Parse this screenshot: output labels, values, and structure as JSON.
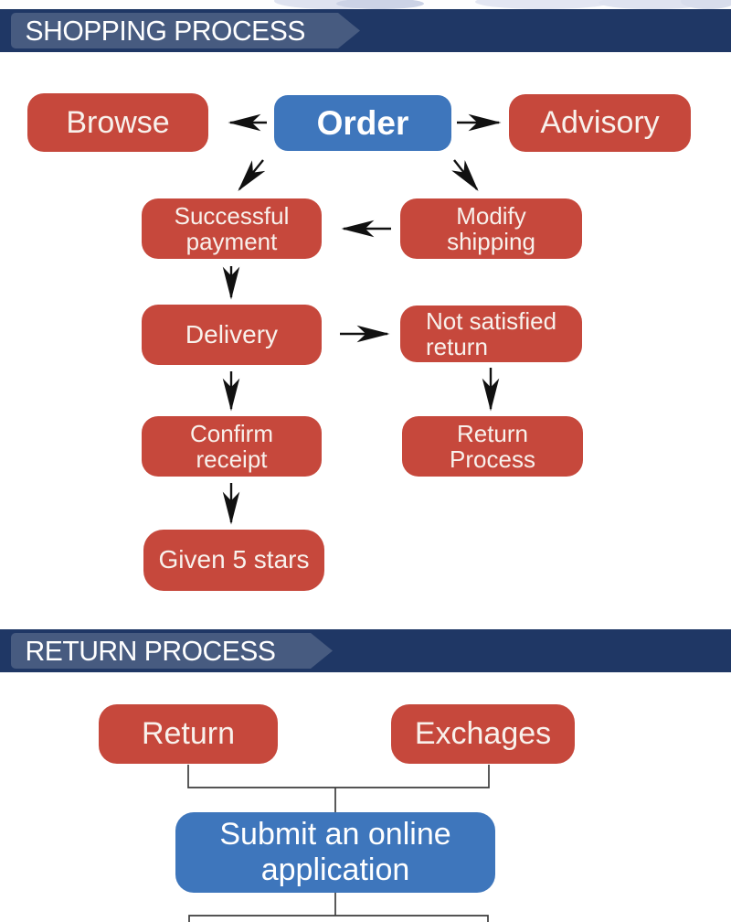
{
  "colors": {
    "header_bar": "#1f3765",
    "header_ribbon": "#4c6090",
    "node_red": "#c6483c",
    "node_blue": "#3e76bc",
    "arrow": "#111111",
    "connector": "#3d3d3d"
  },
  "shopping": {
    "header": "SHOPPING PROCESS",
    "nodes": {
      "browse": {
        "label": "Browse"
      },
      "order": {
        "label": "Order"
      },
      "advisory": {
        "label": "Advisory"
      },
      "successful_payment": {
        "line1": "Successful",
        "line2": "payment"
      },
      "modify_shipping": {
        "line1": "Modify",
        "line2": "shipping"
      },
      "delivery": {
        "label": "Delivery"
      },
      "not_satisfied_return": {
        "line1": "Not satisfied",
        "line2": "return"
      },
      "confirm_receipt": {
        "line1": "Confirm",
        "line2": "receipt"
      },
      "return_process": {
        "line1": "Return",
        "line2": "Process"
      },
      "given_5_stars": {
        "label": "Given 5 stars"
      }
    },
    "edges": [
      "Order -> Browse",
      "Order -> Advisory",
      "Order -> Successful payment",
      "Order -> Modify shipping",
      "Modify shipping -> Successful payment",
      "Successful payment -> Delivery",
      "Delivery -> Not satisfied return",
      "Delivery -> Confirm receipt",
      "Not satisfied return -> Return Process",
      "Confirm receipt -> Given 5 stars"
    ]
  },
  "return_section": {
    "header": "RETURN PROCESS",
    "nodes": {
      "return": {
        "label": "Return"
      },
      "exchages": {
        "label": "Exchages"
      },
      "submit": {
        "line1": "Submit an online",
        "line2": "application"
      }
    },
    "edges": [
      "Return -> Submit an online application",
      "Exchages -> Submit an online application",
      "Submit an online application -> (continues below)"
    ]
  }
}
